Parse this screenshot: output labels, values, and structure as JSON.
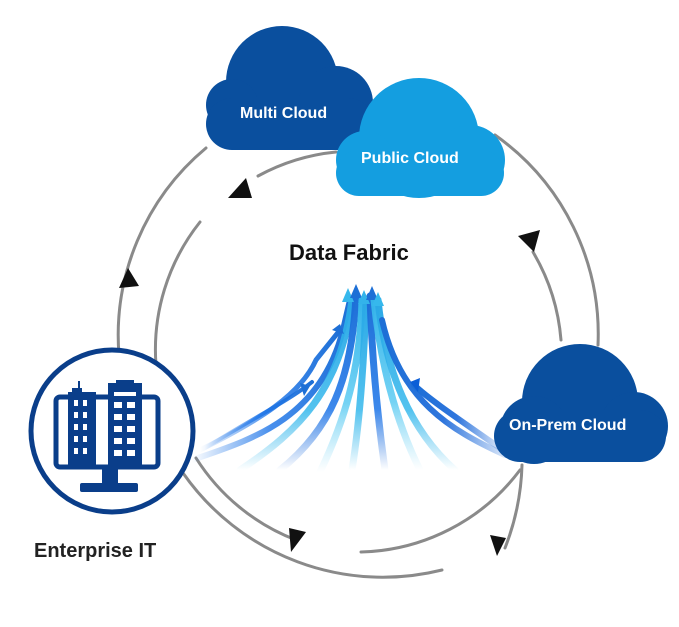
{
  "diagram": {
    "title": "Data Fabric",
    "nodes": {
      "multi_cloud": {
        "label": "Multi Cloud",
        "color": "#0a4f9e"
      },
      "public_cloud": {
        "label": "Public Cloud",
        "color": "#149ee0"
      },
      "on_prem_cloud": {
        "label": "On-Prem Cloud",
        "color": "#0a4f9e"
      },
      "enterprise_it": {
        "label": "Enterprise IT",
        "color": "#0a3e8a"
      }
    },
    "colors": {
      "ring": "#8a8a8a",
      "arrowhead": "#111111",
      "stream_dark": "#0b5ed7",
      "stream_light": "#36b8ec"
    }
  }
}
